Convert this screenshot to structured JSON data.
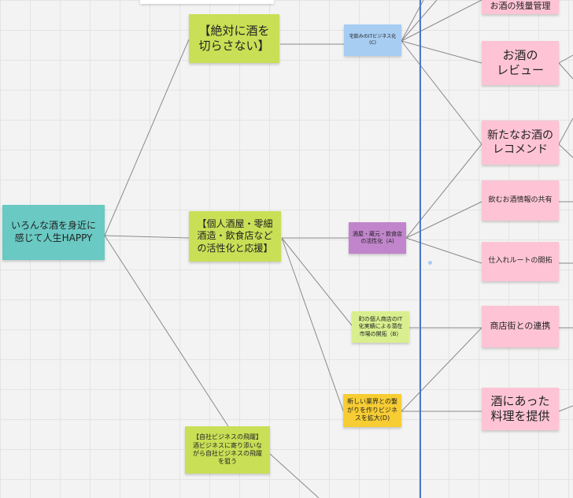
{
  "colors": {
    "teal": "#6ac9c3",
    "lime": "#c9df56",
    "lime_light": "#d9ef8f",
    "blue": "#a7cdf3",
    "purple": "#c185cc",
    "orange": "#f7cd33",
    "pink": "#fec4d6",
    "connector": "#8a8a8a",
    "divider": "#4a78c8"
  },
  "root": {
    "text": "いろんな酒を身近に\n感じて人生HAPPY"
  },
  "branches": {
    "b1": "【絶対に酒を\n切らさない】",
    "b2": "【個人酒屋・零細\n酒造・飲食店など\nの活性化と応援】",
    "b3": "【自社ビジネスの飛躍】\n酒ビジネスに寄り添いな\nがら自社ビジネスの飛躍\nを狙う"
  },
  "mid": {
    "a": "宅飲みのITビジネス化(C)",
    "b": "酒屋・蔵元・飲食店\nの活性化（A)",
    "c": "町の個人商店のIT\n化実績による潜在\n市場の開拓（B）",
    "d": "新しい業界との繋\nがりを作りビジネ\nスを拡大(D)"
  },
  "right": {
    "r0": "お酒の残量管理",
    "r1": "お酒の\nレビュー",
    "r2": "新たなお酒の\nレコメンド",
    "r3": "飲むお酒情報の共有",
    "r4": "仕入れルートの開拓",
    "r5": "商店街との連携",
    "r6": "酒にあった\n料理を提供"
  }
}
